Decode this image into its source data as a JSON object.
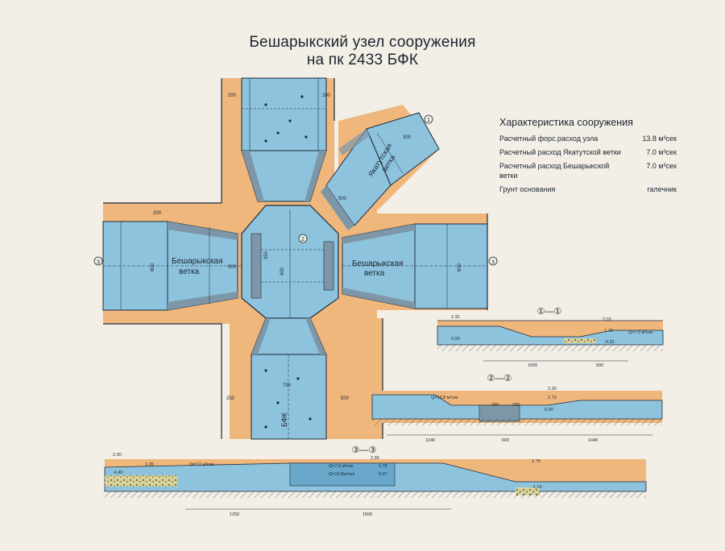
{
  "title": {
    "line1": "Бешарыкский узел сооружения",
    "line2": "на пк 2433 БФК"
  },
  "plan": {
    "branch_left": [
      "Бешарыкская",
      "ветка"
    ],
    "branch_right": [
      "Бешарыкская",
      "ветка"
    ],
    "branch_diag": [
      "Якатутская",
      "ветка"
    ],
    "canal": "БФК",
    "marker_left": "3",
    "marker_right": "3",
    "marker_top": "1",
    "marker_bottom": "2",
    "dims": {
      "top_left": "200",
      "top_right": "200",
      "left_top": "200",
      "left_width": "800",
      "right_width": "600",
      "center_500": "500",
      "center_350": "350",
      "center_800": "800",
      "diag_300": "300",
      "diag_500": "500",
      "bottom_700": "700",
      "bottom_250": "250",
      "bottom_500": "500"
    }
  },
  "characteristics": {
    "heading": "Характеристика сооружения",
    "rows": [
      {
        "key": "Расчетный форс.расход узла",
        "value": "13.8 м³сек"
      },
      {
        "key": "Расчетный расход Якатутской ветки",
        "value": "7.0 м³сек"
      },
      {
        "key": "Расчетный расход  Бешарыкской ветки",
        "value": "7.0 м³сек"
      },
      {
        "key": "Грунт основания",
        "value": "галечник"
      }
    ]
  },
  "sections": {
    "s1": {
      "tag": "①—①",
      "levels": [
        "2.32",
        "2.03",
        "0.00",
        "1.73",
        "-0.32"
      ],
      "flow": "Q=7.0 м³сек",
      "dims": [
        "1000",
        "500"
      ]
    },
    "s2": {
      "tag": "②—②",
      "levels": [
        "2.30",
        "1.73",
        "0.00"
      ],
      "flow": "Q=13.8 м³сек",
      "dims": [
        "230",
        "230",
        "1040",
        "600",
        "1440"
      ]
    },
    "s3": {
      "tag": "③—③",
      "levels": [
        "2.30",
        "1.26",
        "-0.40",
        "2.30",
        "1.78",
        "0.97",
        "1.79",
        "-1.10"
      ],
      "flow_left": "Q=7.0 м³сек",
      "flow_mid_a": "Q=7.0 м³сек",
      "flow_mid_b": "Q=13.8м³сек",
      "dims": [
        "1250",
        "1500"
      ]
    }
  },
  "colors": {
    "water": "#8ec3de",
    "water_dark": "#6aa8cb",
    "earth": "#f0b77d",
    "concrete": "#7d97a8",
    "line": "#1c2a38",
    "paper": "#f3efe6"
  }
}
